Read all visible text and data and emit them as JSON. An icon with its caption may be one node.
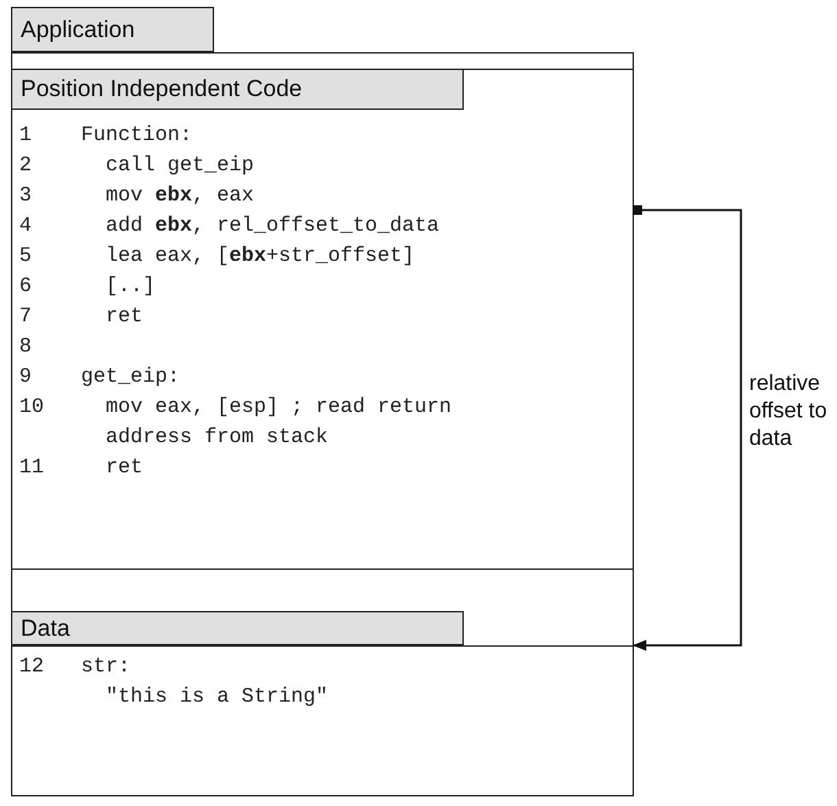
{
  "diagram": {
    "nodes": [
      {
        "text": [
          "Application"
        ]
      },
      {
        "text": [
          "Position Independent Code",
          "1 Function:",
          "2 call get_eip",
          "3 mov **ebx**, eax",
          "4 add **ebx**, rel_offset_to_data",
          "5 lea eax, [**ebx**+str_offset]",
          "6 [..]",
          "7 ret",
          "8",
          "9 get_eip:",
          "10 mov eax, [esp] ; read return address from stack",
          "11 ret"
        ],
        "in": 0
      },
      {
        "text": [
          "Data",
          "12 str:",
          "\"this is a String\""
        ],
        "in": 0
      }
    ],
    "edges": [
      {
        "from": 1,
        "to": 2,
        "arrow": "to",
        "label": "relative offset to data"
      }
    ]
  }
}
